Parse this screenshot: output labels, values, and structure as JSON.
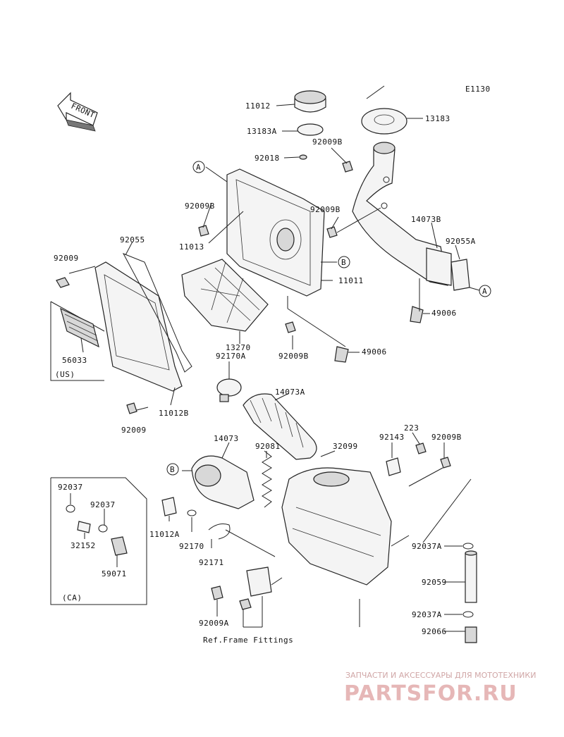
{
  "diagram_id": "E1130",
  "front_label": "FRONT",
  "labels": {
    "p11012": "11012",
    "p13183A": "13183A",
    "p92018": "92018",
    "p13183": "13183",
    "p92009B_top": "92009B",
    "pA_top": "A",
    "p92009B_left": "92009B",
    "p11013": "11013",
    "p92009B_mid": "92009B",
    "p14073B": "14073B",
    "p92055A": "92055A",
    "p92055": "92055",
    "p92009_top": "92009",
    "pB_right": "B",
    "p11011": "11011",
    "pA_right": "A",
    "p49006_right": "49006",
    "p13270": "13270",
    "p56033": "56033",
    "pUS": "(US)",
    "p92170A": "92170A",
    "p92009B_low": "92009B",
    "p49006_low": "49006",
    "p14073A": "14073A",
    "p11012B": "11012B",
    "p92009_low": "92009",
    "p14073": "14073",
    "p92081": "92081",
    "p32099": "32099",
    "p92143": "92143",
    "p223": "223",
    "p92009B_right": "92009B",
    "pB_left": "B",
    "p92037_a": "92037",
    "p92037_b": "92037",
    "p32152": "32152",
    "p59071": "59071",
    "pCA": "(CA)",
    "p11012A": "11012A",
    "p92170": "92170",
    "p92171": "92171",
    "p92037A_top": "92037A",
    "p92059": "92059",
    "p92037A_low": "92037A",
    "p92066": "92066",
    "p92009A": "92009A",
    "ref_frame": "Ref.Frame Fittings"
  },
  "watermark": {
    "line1": "ЗАПЧАСТИ И АКСЕССУАРЫ ДЛЯ МОТОТЕХНИКИ",
    "line2": "PARTSFOR.RU"
  }
}
